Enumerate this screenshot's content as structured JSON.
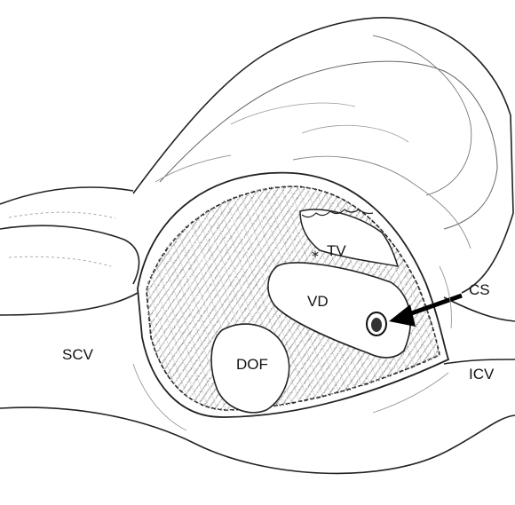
{
  "figure": {
    "labels": {
      "cs": "CS",
      "vd": "VD",
      "tv": "TV",
      "scv": "SCV",
      "dof": "DOF",
      "icv": "ICV",
      "asterisk": "*"
    }
  },
  "colors": {
    "ink": "#111111",
    "shading": "#9a9a9a",
    "background": "#ffffff"
  }
}
